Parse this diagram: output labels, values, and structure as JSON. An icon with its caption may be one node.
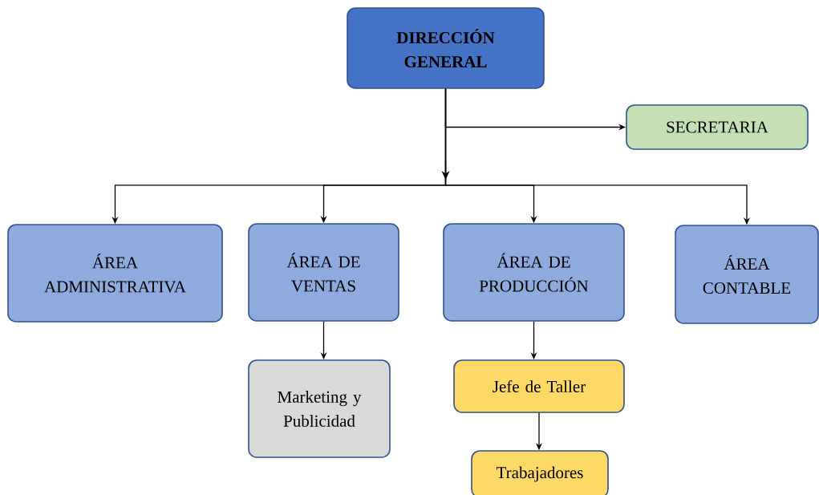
{
  "diagram": {
    "nodes": [
      {
        "text": [
          "DIRECCIÓN GENERAL"
        ]
      },
      {
        "text": [
          "SECRETARIA"
        ]
      },
      {
        "text": [
          "ÁREA ADMINISTRATIVA"
        ]
      },
      {
        "text": [
          "ÁREA DE VENTAS"
        ]
      },
      {
        "text": [
          "ÁREA DE PRODUCCIÓN"
        ]
      },
      {
        "text": [
          "ÁREA CONTABLE"
        ]
      },
      {
        "text": [
          "Marketing y Publicidad"
        ]
      },
      {
        "text": [
          "Jefe de Taller"
        ]
      },
      {
        "text": [
          "Trabajadores"
        ]
      }
    ],
    "edges": [
      {
        "from": 0,
        "to": 1,
        "arrow": "to"
      },
      {
        "from": 0,
        "to": 2,
        "arrow": "to"
      },
      {
        "from": 0,
        "to": 3,
        "arrow": "to"
      },
      {
        "from": 0,
        "to": 4,
        "arrow": "to"
      },
      {
        "from": 0,
        "to": 5,
        "arrow": "to"
      },
      {
        "from": 3,
        "to": 6,
        "arrow": "to"
      },
      {
        "from": 4,
        "to": 7,
        "arrow": "to"
      },
      {
        "from": 7,
        "to": 8,
        "arrow": "to"
      }
    ]
  }
}
